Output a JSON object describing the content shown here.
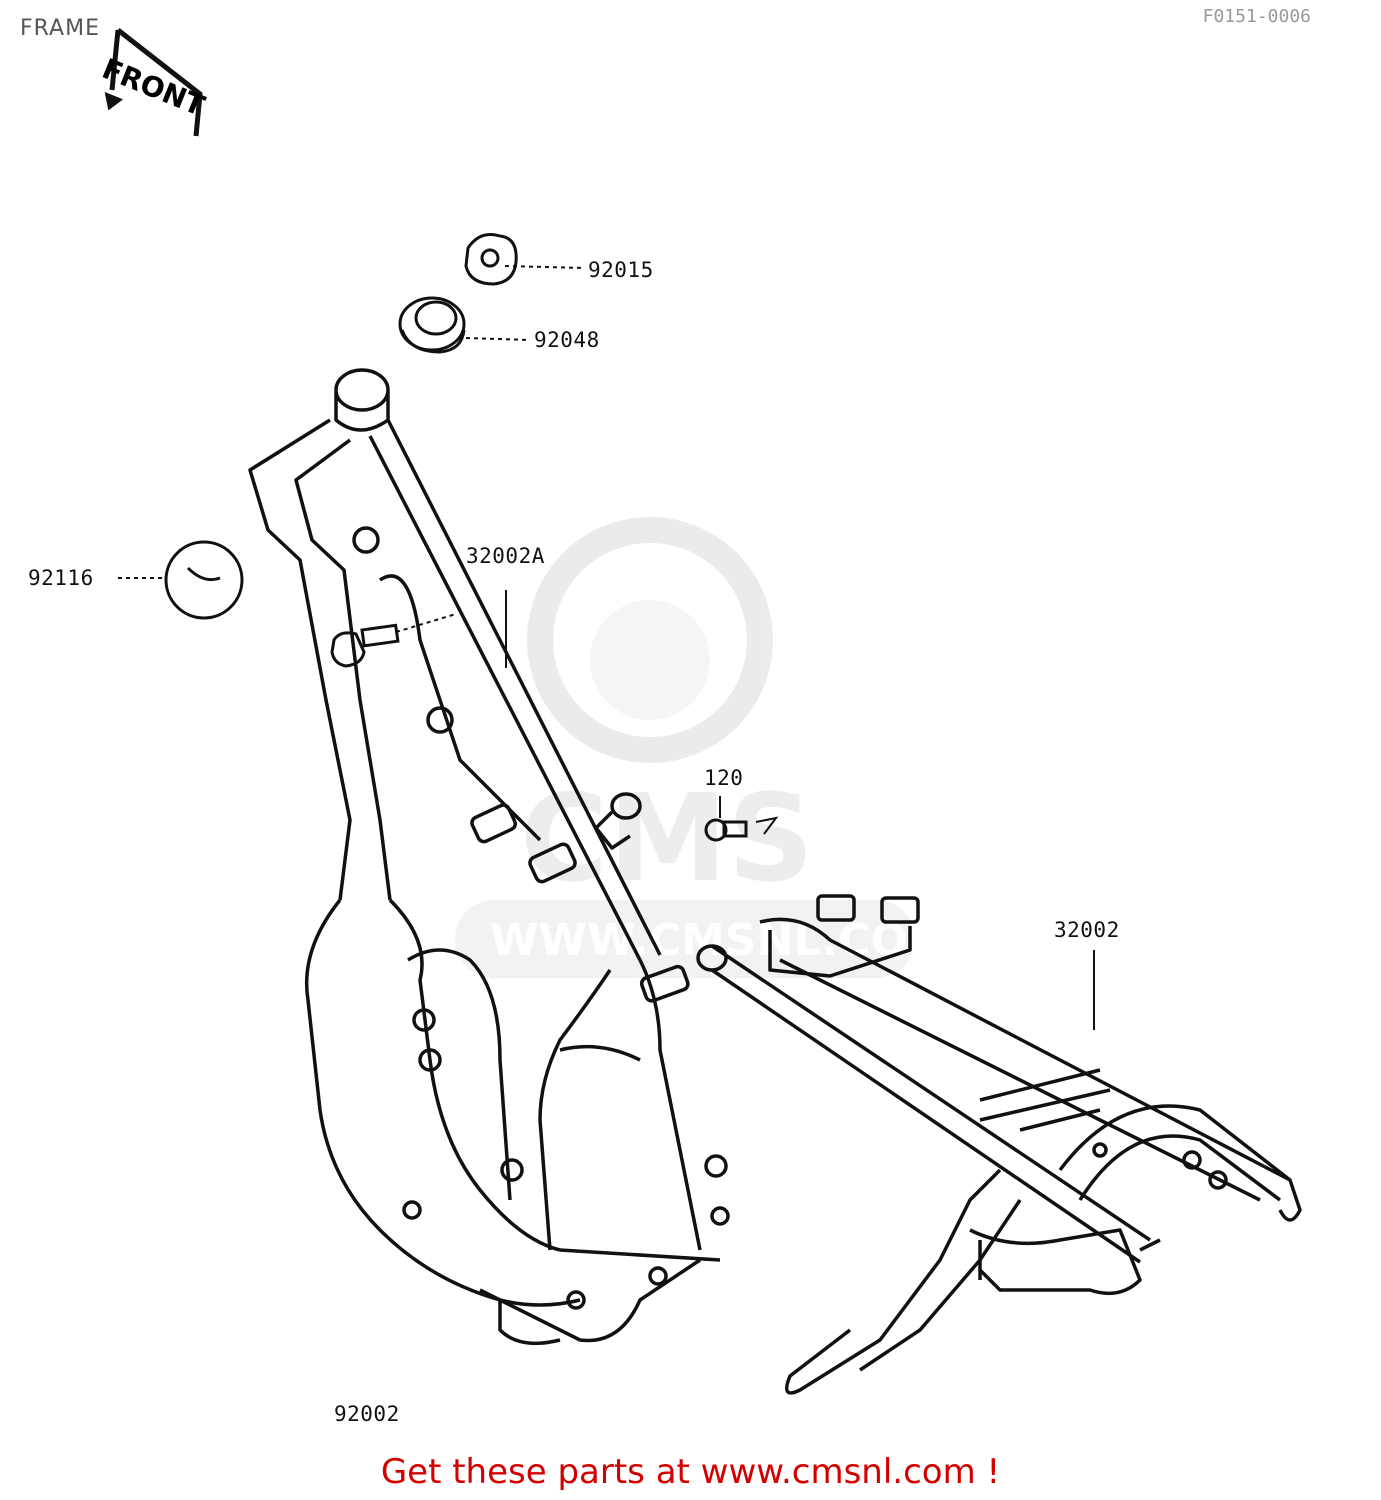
{
  "header": {
    "title": "FRAME",
    "code": "F0151-0006"
  },
  "front_mark": "FRONT",
  "parts": [
    {
      "number": "92015"
    },
    {
      "number": "92048"
    },
    {
      "number": "92116"
    },
    {
      "number": "32002A"
    },
    {
      "number": "120"
    },
    {
      "number": "32002"
    },
    {
      "number": "92002"
    }
  ],
  "watermark": {
    "brand": "CMS",
    "url": "WWW.CMSNL.COM"
  },
  "footer": {
    "text": "Get these parts at www.cmsnl.com !"
  },
  "colors": {
    "line": "#111111",
    "footer": "#d40000",
    "watermark": "#e6e6e6"
  }
}
